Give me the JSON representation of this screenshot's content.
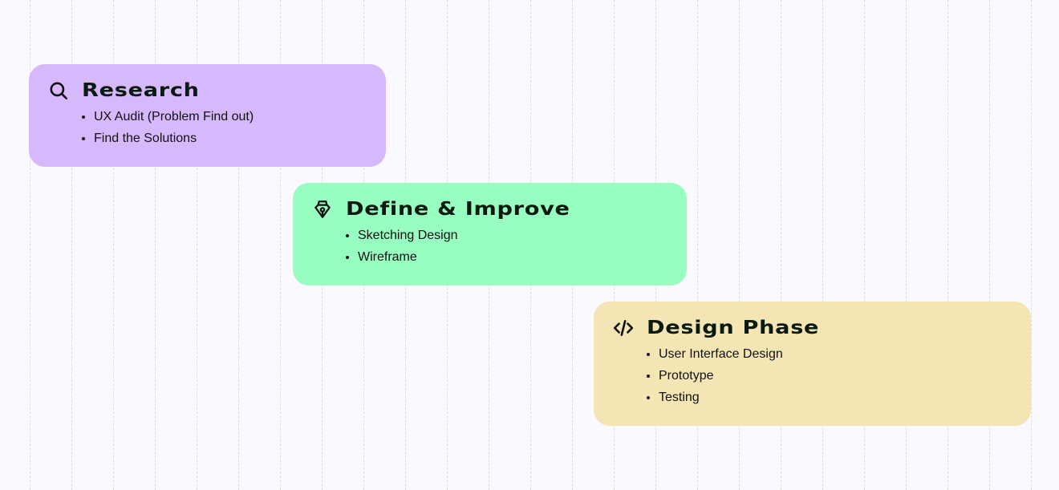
{
  "colors": {
    "background": "#faf9fe",
    "grid_line": "#dcdbe6",
    "research_card": "#d6b9fd",
    "define_card": "#97fdc1",
    "design_card": "#f3e5b4",
    "text": "#111111"
  },
  "steps": [
    {
      "title": "Research",
      "icon": "search-icon",
      "items": [
        "UX Audit (Problem Find out)",
        "Find the Solutions"
      ]
    },
    {
      "title": "Define & Improve",
      "icon": "pen-tool-icon",
      "items": [
        "Sketching Design",
        "Wireframe"
      ]
    },
    {
      "title": "Design Phase",
      "icon": "code-icon",
      "items": [
        "User Interface Design",
        "Prototype",
        "Testing"
      ]
    }
  ]
}
